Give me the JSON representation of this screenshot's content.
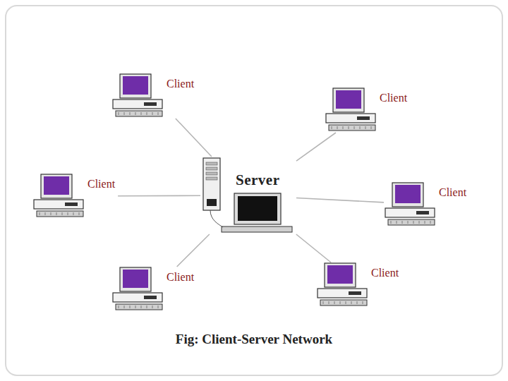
{
  "diagram": {
    "caption": "Fig: Client-Server Network",
    "nodes": [
      {
        "text": [
          "Client"
        ]
      },
      {
        "text": [
          "Client"
        ]
      },
      {
        "text": [
          "Client"
        ]
      },
      {
        "text": [
          "Server"
        ]
      },
      {
        "text": [
          "Client"
        ]
      },
      {
        "text": [
          "Client"
        ]
      },
      {
        "text": [
          "Client"
        ]
      }
    ],
    "edges": [
      {
        "from": 3,
        "to": 0,
        "arrow": "none"
      },
      {
        "from": 3,
        "to": 1,
        "arrow": "none"
      },
      {
        "from": 3,
        "to": 2,
        "arrow": "none"
      },
      {
        "from": 3,
        "to": 4,
        "arrow": "none"
      },
      {
        "from": 3,
        "to": 5,
        "arrow": "none"
      },
      {
        "from": 3,
        "to": 6,
        "arrow": "none"
      }
    ]
  }
}
